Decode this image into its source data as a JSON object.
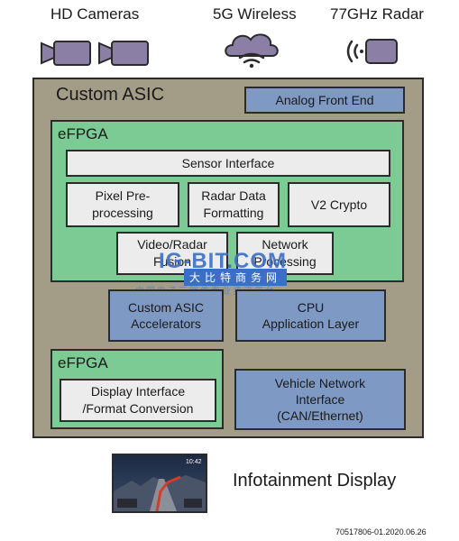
{
  "header": {
    "cameras_label": "HD Cameras",
    "wireless_label": "5G Wireless",
    "radar_label": "77GHz Radar"
  },
  "asic": {
    "title": "Custom ASIC",
    "analog_front_end": "Analog Front End",
    "efpga_top": {
      "title": "eFPGA",
      "sensor_interface": "Sensor Interface",
      "pixel": "Pixel Pre-\nprocessing",
      "radar_data": "Radar Data\nFormatting",
      "v2_crypto": "V2 Crypto",
      "video_radar": "Video/Radar\nFusion",
      "network": "Network\nProcessing"
    },
    "accelerators": "Custom ASIC\nAccelerators",
    "cpu": "CPU\nApplication Layer",
    "efpga_bottom": {
      "title": "eFPGA",
      "display_interface": "Display Interface\n/Format Conversion"
    },
    "vehicle_network": "Vehicle Network\nInterface\n(CAN/Ethernet)"
  },
  "infotainment": {
    "label": "Infotainment Display",
    "screen_time": "10:42"
  },
  "watermark": {
    "brand": "IG-BIT.COM",
    "cn_line": "大比特商务网",
    "cn_small": "中国电子元器件专业资讯平台"
  },
  "footer": {
    "code": "70517806-01.2020.06.26"
  },
  "colors": {
    "asic_bg": "#a39d88",
    "efpga_green": "#7cca94",
    "block_blue": "#7e9ac4",
    "block_white": "#ececec",
    "icon_purple": "#8b7fa6",
    "watermark_blue": "#3b6fc6"
  }
}
